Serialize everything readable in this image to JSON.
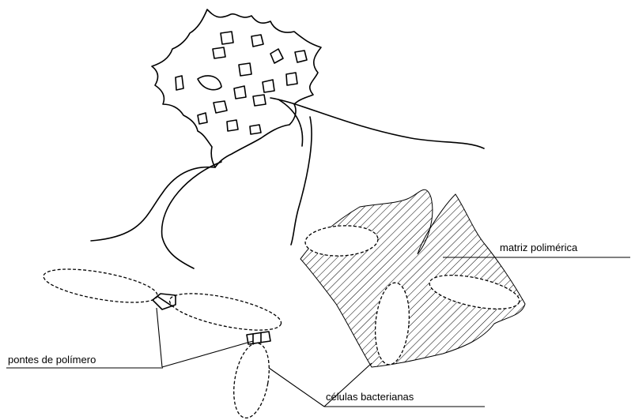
{
  "labels": {
    "polymer_matrix": "matriz polimérica",
    "polymer_bridges": "pontes de polímero",
    "bacterial_cells": "células bacterianas"
  },
  "colors": {
    "ink": "#000000",
    "background": "#ffffff"
  }
}
